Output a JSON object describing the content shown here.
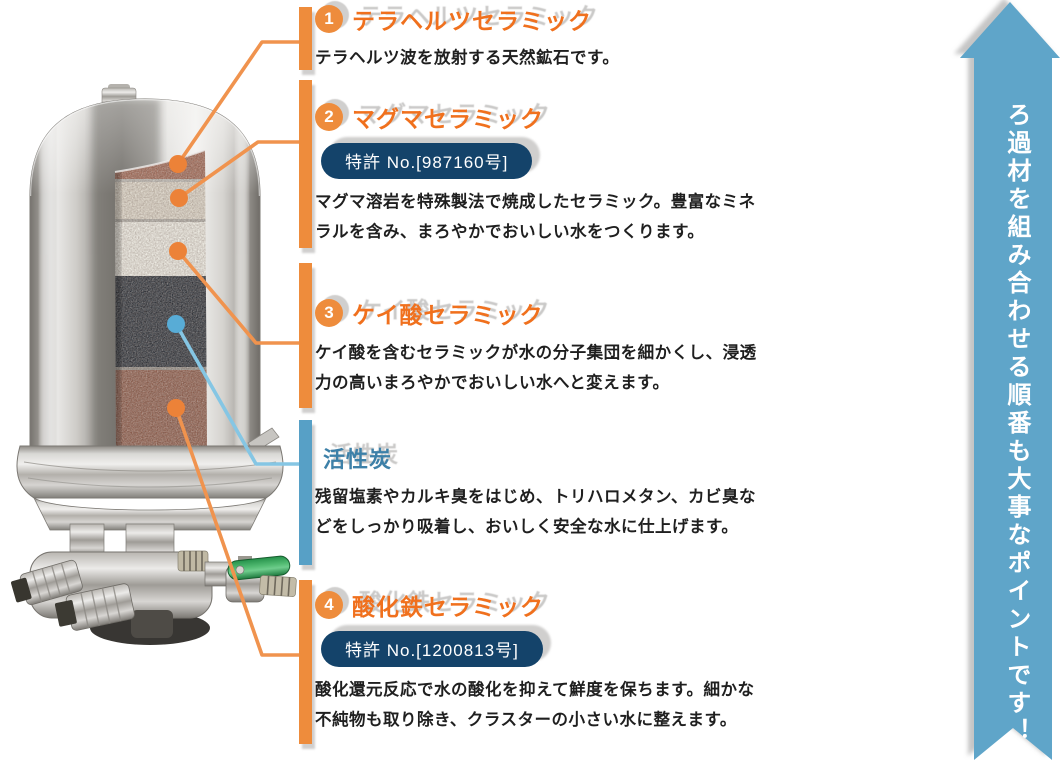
{
  "page": {
    "background": "#ffffff",
    "language": "ja"
  },
  "sections": [
    {
      "number": "1",
      "title": "テラヘルツセラミック",
      "body": "テラヘルツ波を放射する天然鉱石です。"
    },
    {
      "number": "2",
      "title": "マグマセラミック",
      "patent": "特許 No.[987160号]",
      "body": "マグマ溶岩を特殊製法で焼成したセラミック。豊富なミネラルを含み、まろやかでおいしい水をつくります。"
    },
    {
      "number": "3",
      "title": "ケイ酸セラミック",
      "body": "ケイ酸を含むセラミックが水の分子集団を細かくし、浸透力の高いまろやかでおいしい水へと変えます。"
    },
    {
      "title": "活性炭",
      "body": "残留塩素やカルキ臭をはじめ、トリハロメタン、カビ臭などをしっかり吸着し、おいしく安全な水に仕上げます。"
    },
    {
      "number": "4",
      "title": "酸化鉄セラミック",
      "patent": "特許 No.[1200813号]",
      "body": "酸化還元反応で水の酸化を抑えて鮮度を保ちます。細かな不純物も取り除き、クラスターの小さい水に整えます。"
    }
  ],
  "arrow": {
    "label": "ろ過材を組み合わせる順番も大事なポイントです！",
    "color": "#5fa5c9"
  },
  "device": {
    "description": "ステンレス製ろ過器のカットモデル",
    "layer_colors": [
      "#9c6350",
      "#d7cfc1",
      "#e8e5dc",
      "#262b33",
      "#8a5847"
    ]
  },
  "colors": {
    "accent_orange": "#ee8c3c",
    "heading_orange": "#f0701d",
    "accent_blue": "#57a0c6",
    "heading_blue": "#3d80a8",
    "patent_navy": "#14436a",
    "leader_orange": "#f0934e",
    "leader_blue": "#85c6e4",
    "body_text": "#1f1f1f"
  }
}
